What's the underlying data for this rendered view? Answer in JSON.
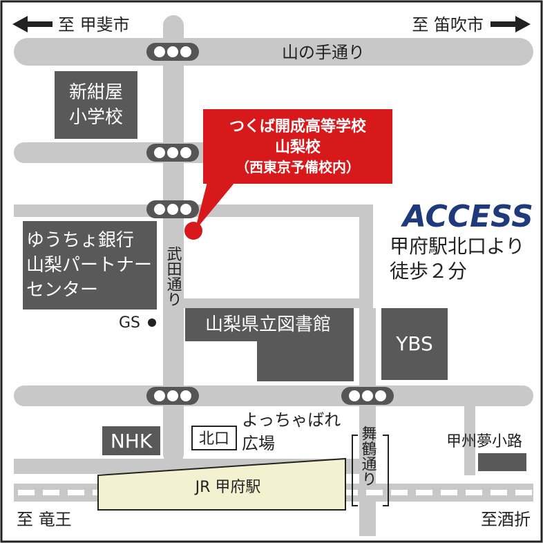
{
  "directions": {
    "to_kofu": "至 甲斐市",
    "to_fuefuki": "至 笛吹市",
    "to_ryuo": "至 竜王",
    "to_sakaori": "至酒折"
  },
  "roads": {
    "yamanote": "山の手通り",
    "takeda": "武田通り",
    "maizuru": "舞鶴通り"
  },
  "buildings": {
    "shinkonya_school": [
      "新紺屋",
      "小学校"
    ],
    "yucho_center": [
      "ゆうちょ銀行",
      "山梨パートナー",
      "センター"
    ],
    "gs": "GS",
    "library": "山梨県立図書館",
    "ybs": "YBS",
    "nhk": "NHK",
    "kitaguchi": "北口",
    "yocchabare": [
      "よっちゃばれ",
      "広場"
    ],
    "yume_koji": "甲州夢小路",
    "station": "JR 甲府駅"
  },
  "destination": {
    "lines": [
      "つくば開成高等学校",
      "山梨校",
      "（西東京予備校内）"
    ],
    "color": "#d7191c"
  },
  "access": {
    "title": "ACCESS",
    "line1": "甲府駅北口より",
    "line2": "徒歩２分",
    "title_color": "#1e3a7b"
  },
  "colors": {
    "road": "#c8c8c8",
    "building": "#595959",
    "station_fill": "#f3f1cf"
  }
}
